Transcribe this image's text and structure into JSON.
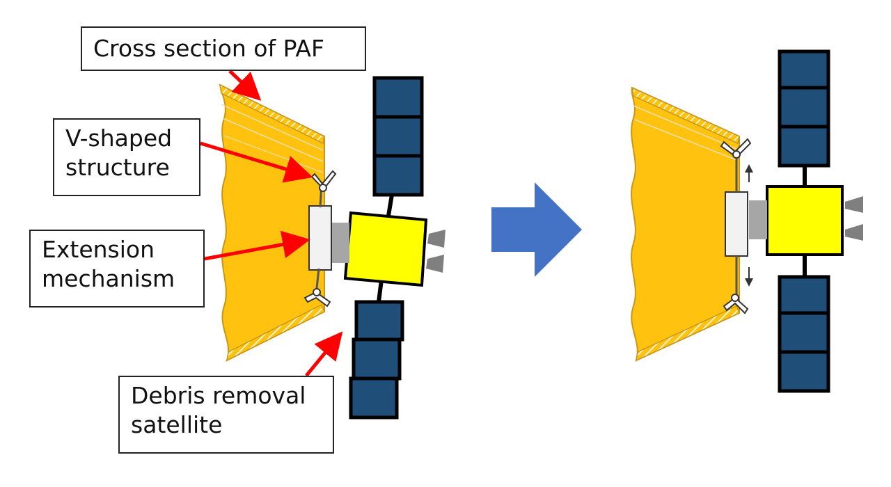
{
  "labels": {
    "paf": "Cross section of PAF",
    "v_shaped": [
      "V-shaped",
      "structure"
    ],
    "extension": [
      "Extension",
      "mechanism"
    ],
    "debris": [
      "Debris removal",
      "satellite"
    ]
  },
  "colors": {
    "paf_fill": "#FFC30F",
    "paf_edge": "#C8961A",
    "bus": "#FFFF00",
    "panel": "#1F4E79",
    "arrow_red": "#FF0000",
    "arrow_blue": "#4472C4",
    "thruster": "#7F7F7F",
    "adapter": "#A6A6A6"
  },
  "icons": {
    "transition": "right-arrow-icon",
    "leader": "red-arrow-icon",
    "extension_direction": "double-arrow-icon"
  }
}
